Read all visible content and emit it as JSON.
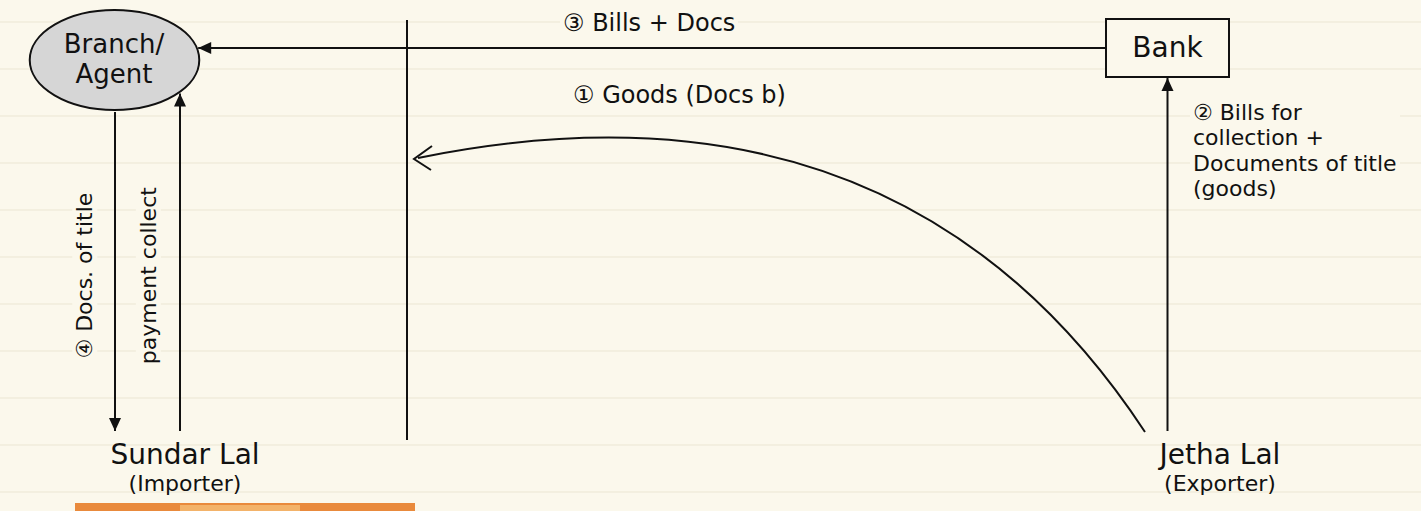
{
  "diagram": {
    "nodes": [
      {
        "text": [
          "Branch/ Agent"
        ]
      },
      {
        "text": [
          "Bank"
        ]
      },
      {
        "text": [
          "Sundar Lal",
          "(Importer)"
        ]
      },
      {
        "text": [
          "Jetha Lal",
          "(Exporter)"
        ]
      }
    ],
    "edges": [
      {
        "from": 1,
        "to": 0,
        "arrow": "to",
        "label": "③ Bills + Docs"
      },
      {
        "from": 3,
        "to": 1,
        "arrow": "to",
        "label": "② Bills for collection + Documents of title (goods)"
      },
      {
        "from": 0,
        "to": 2,
        "arrow": "to",
        "label": "④ Docs. of title"
      },
      {
        "from": 2,
        "to": 0,
        "arrow": "to",
        "label": "payment collect"
      }
    ],
    "labels": [
      "① Goods (Docs b)"
    ]
  }
}
